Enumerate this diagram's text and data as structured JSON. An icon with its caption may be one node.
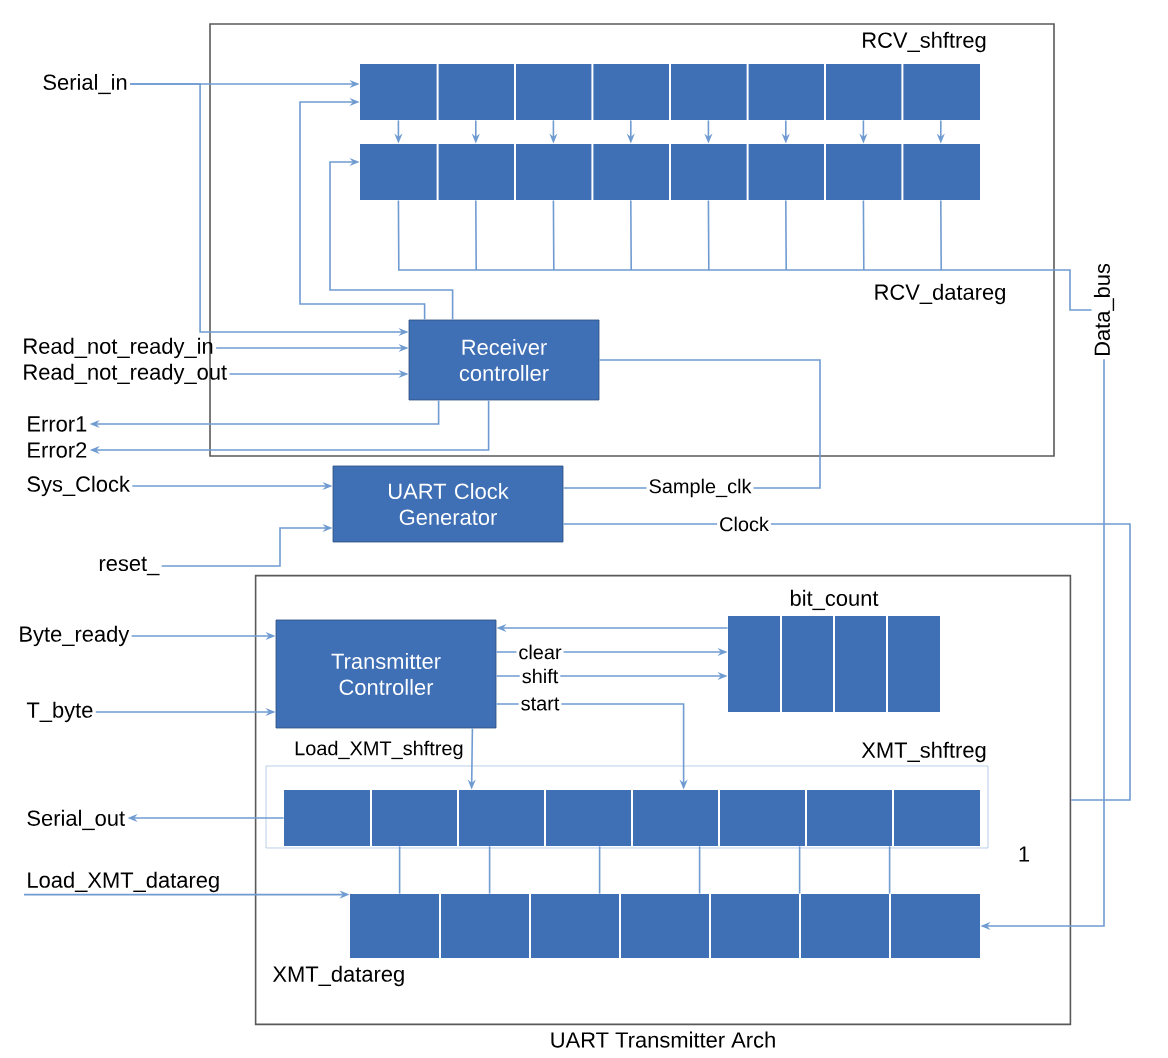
{
  "diagram": {
    "nodes": [
      {
        "text": [
          "RCV_shftreg"
        ]
      },
      {
        "text": [
          "RCV_datareg"
        ]
      },
      {
        "text": [
          "Receiver controller"
        ]
      },
      {
        "text": [
          "UART Clock Generator"
        ]
      },
      {
        "text": [
          "UART Transmitter Arch"
        ]
      },
      {
        "text": [
          "Transmitter Controller"
        ],
        "in": 4
      },
      {
        "text": [
          "bit_count"
        ],
        "in": 4
      },
      {
        "text": [
          "XMT_shftreg"
        ],
        "in": 4
      },
      {
        "text": [
          "XMT_datareg"
        ],
        "in": 4
      },
      {
        "text": [
          "Serial_in"
        ]
      },
      {
        "text": [
          "Read_not_ready_in"
        ]
      },
      {
        "text": [
          "Read_not_ready_out"
        ]
      },
      {
        "text": [
          "Error1"
        ]
      },
      {
        "text": [
          "Error2"
        ]
      },
      {
        "text": [
          "Sys_Clock"
        ]
      },
      {
        "text": [
          "reset_"
        ]
      },
      {
        "text": [
          "Byte_ready"
        ]
      },
      {
        "text": [
          "T_byte"
        ]
      },
      {
        "text": [
          "Serial_out"
        ]
      },
      {
        "text": [
          "Load_XMT_datareg"
        ]
      },
      {
        "text": [
          "Data_bus"
        ]
      }
    ],
    "edges": [
      {
        "from": 9,
        "to": 0,
        "arrow": "to"
      },
      {
        "from": 9,
        "to": 2,
        "arrow": "to"
      },
      {
        "from": 10,
        "to": 2,
        "arrow": "to"
      },
      {
        "from": 11,
        "to": 2,
        "arrow": "to"
      },
      {
        "from": 2,
        "to": 12,
        "arrow": "to"
      },
      {
        "from": 2,
        "to": 13,
        "arrow": "to"
      },
      {
        "from": 2,
        "to": 0,
        "arrow": "to"
      },
      {
        "from": 2,
        "to": 1,
        "arrow": "to"
      },
      {
        "from": 0,
        "to": 1,
        "arrow": "to"
      },
      {
        "from": 1,
        "to": 20,
        "arrow": "none"
      },
      {
        "from": 14,
        "to": 3,
        "arrow": "to"
      },
      {
        "from": 15,
        "to": 3,
        "arrow": "to"
      },
      {
        "from": 3,
        "to": 2,
        "arrow": "none",
        "label": "Sample_clk"
      },
      {
        "from": 3,
        "to": 4,
        "arrow": "none",
        "label": "Clock"
      },
      {
        "from": 16,
        "to": 5,
        "arrow": "to"
      },
      {
        "from": 17,
        "to": 5,
        "arrow": "to"
      },
      {
        "from": 6,
        "to": 5,
        "arrow": "to"
      },
      {
        "from": 5,
        "to": 6,
        "arrow": "to",
        "label": "clear"
      },
      {
        "from": 5,
        "to": 6,
        "arrow": "to",
        "label": "shift"
      },
      {
        "from": 5,
        "to": 7,
        "arrow": "to",
        "label": "start"
      },
      {
        "from": 5,
        "to": 7,
        "arrow": "to",
        "label": "Load_XMT_shftreg"
      },
      {
        "from": 7,
        "to": 18,
        "arrow": "to"
      },
      {
        "from": 19,
        "to": 8,
        "arrow": "to"
      },
      {
        "from": 8,
        "to": 7,
        "arrow": "none"
      },
      {
        "from": 20,
        "to": 8,
        "arrow": "to"
      }
    ],
    "labels": [
      "1"
    ]
  }
}
